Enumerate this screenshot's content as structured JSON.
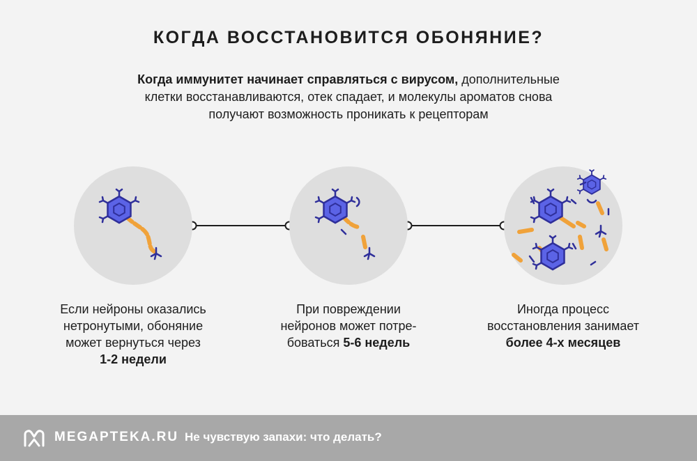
{
  "title": "КОГДА ВОССТАНОВИТСЯ ОБОНЯНИЕ?",
  "intro": {
    "bold": "Когда иммунитет начинает справляться с вирусом,",
    "line1_rest": " дополнительные",
    "line2": "клетки восстанавливаются, отек спадает, и молекулы ароматов снова",
    "line3": "получают возможность проникать к рецепторам"
  },
  "stages": [
    {
      "line1": "Если нейроны оказались",
      "line2": "нетронутыми, обоняние",
      "line3": "может вернуться через",
      "bold": "1-2 недели"
    },
    {
      "line1": "При повреждении",
      "line2": "нейронов может потре-",
      "line3_prefix": "боваться ",
      "bold": "5-6 недель"
    },
    {
      "line1": "Иногда процесс",
      "line2": "восстановления занимает",
      "bold": "более 4-х месяцев"
    }
  ],
  "footer": {
    "brand": "MEGAPTEKA.RU",
    "link": "Не чувствую запахи: что делать?"
  },
  "colors": {
    "background": "#f3f3f3",
    "circle": "#dedede",
    "neuron_fill": "#5b63e6",
    "neuron_dark": "#2f2f9a",
    "axon": "#f0a23a",
    "footer": "#a8a8a8"
  },
  "icons": [
    "neuron-icon",
    "logo-m-icon"
  ]
}
